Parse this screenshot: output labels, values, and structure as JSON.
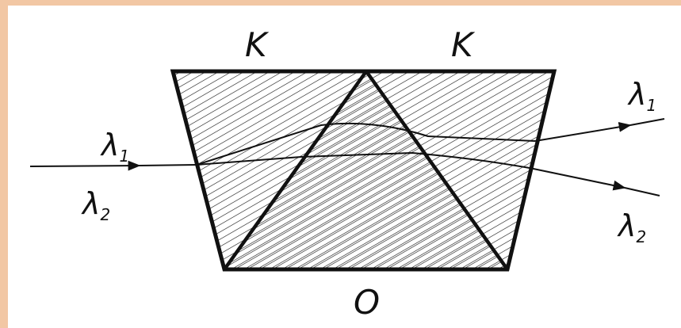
{
  "diagram": {
    "labels": {
      "crown_left": "K",
      "crown_right": "K",
      "center": "O",
      "lambda1": "λ",
      "lambda1_sub": "1",
      "lambda2": "λ",
      "lambda2_sub": "2"
    },
    "colors": {
      "border": "#f2c7a4",
      "ink": "#111111",
      "background": "#ffffff"
    }
  }
}
